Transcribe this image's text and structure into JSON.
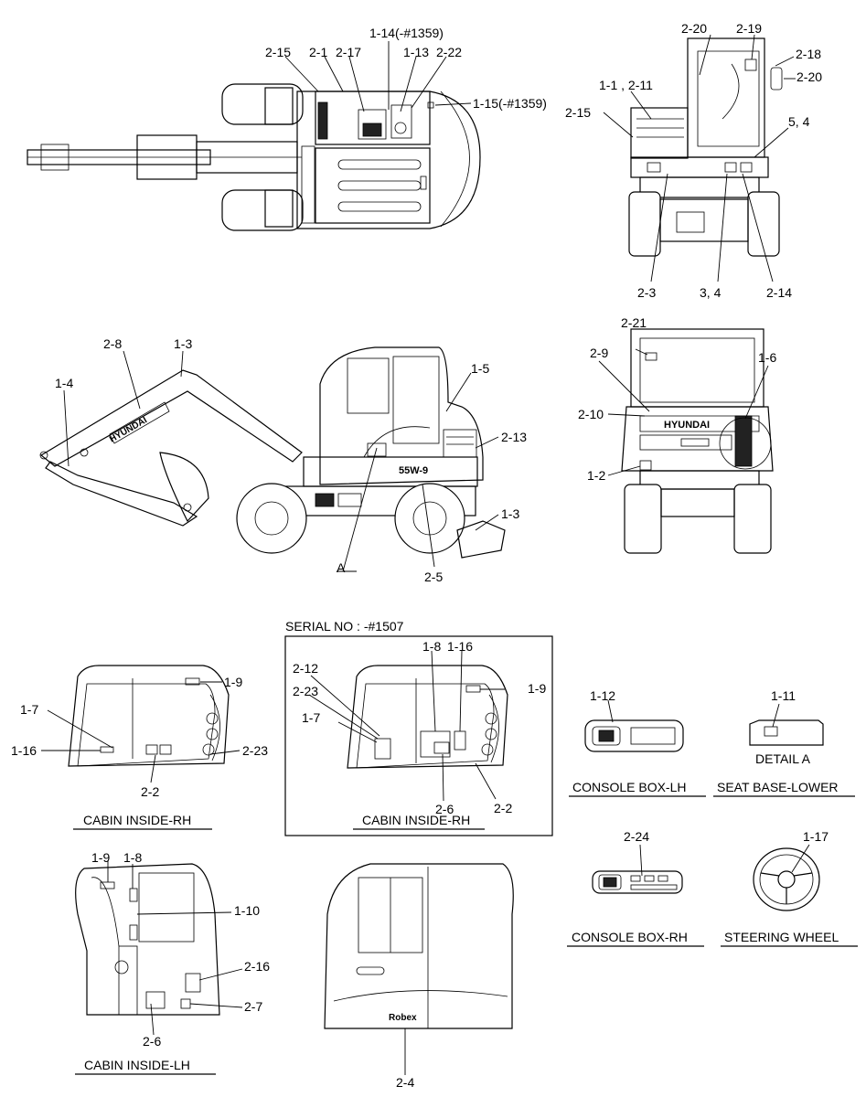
{
  "callouts": {
    "top_2_15": "2-15",
    "top_2_1": "2-1",
    "top_2_17": "2-17",
    "top_1_14": "1-14(-#1359)",
    "top_1_13": "1-13",
    "top_2_22": "2-22",
    "top_1_15": "1-15(-#1359)",
    "rear_2_20a": "2-20",
    "rear_2_19": "2-19",
    "rear_2_18": "2-18",
    "rear_2_20b": "2-20",
    "rear_1_1": "1-1 , 2-11",
    "rear_2_15": "2-15",
    "rear_5_4": "5, 4",
    "rear_2_3": "2-3",
    "rear_3_4": "3, 4",
    "rear_2_14": "2-14",
    "side_2_8": "2-8",
    "side_1_3a": "1-3",
    "side_1_4": "1-4",
    "side_1_5": "1-5",
    "side_2_13": "2-13",
    "side_1_3b": "1-3",
    "side_A": "A",
    "side_2_5": "2-5",
    "back_2_21": "2-21",
    "back_2_9": "2-9",
    "back_1_6": "1-6",
    "back_2_10": "2-10",
    "back_1_2": "1-2",
    "serial": "SERIAL NO : -#1507",
    "crh1_1_9": "1-9",
    "crh1_1_7": "1-7",
    "crh1_1_16": "1-16",
    "crh1_2_23": "2-23",
    "crh1_2_2": "2-2",
    "crh2_1_8": "1-8",
    "crh2_1_16": "1-16",
    "crh2_2_12": "2-12",
    "crh2_2_23": "2-23",
    "crh2_1_9": "1-9",
    "crh2_1_7": "1-7",
    "crh2_2_6": "2-6",
    "crh2_2_2": "2-2",
    "clh_1_9": "1-9",
    "clh_1_8": "1-8",
    "clh_1_10": "1-10",
    "clh_2_16": "2-16",
    "clh_2_7": "2-7",
    "clh_2_6": "2-6",
    "door_2_4": "2-4",
    "cblh_1_12": "1-12",
    "seat_1_11": "1-11",
    "cbrh_2_24": "2-24",
    "wheel_1_17": "1-17"
  },
  "captions": {
    "cabin_inside_rh_1": "CABIN INSIDE-RH",
    "cabin_inside_rh_2": "CABIN INSIDE-RH",
    "cabin_inside_lh": "CABIN INSIDE-LH",
    "console_box_lh": "CONSOLE BOX-LH",
    "seat_base_lower": "SEAT BASE-LOWER",
    "detail_a": "DETAIL A",
    "console_box_rh": "CONSOLE BOX-RH",
    "steering_wheel": "STEERING WHEEL"
  },
  "brand": {
    "boom_text": "HYUNDAI",
    "rear_text": "HYUNDAI",
    "model_badge": "55W-9",
    "door_badge": "Robex"
  }
}
